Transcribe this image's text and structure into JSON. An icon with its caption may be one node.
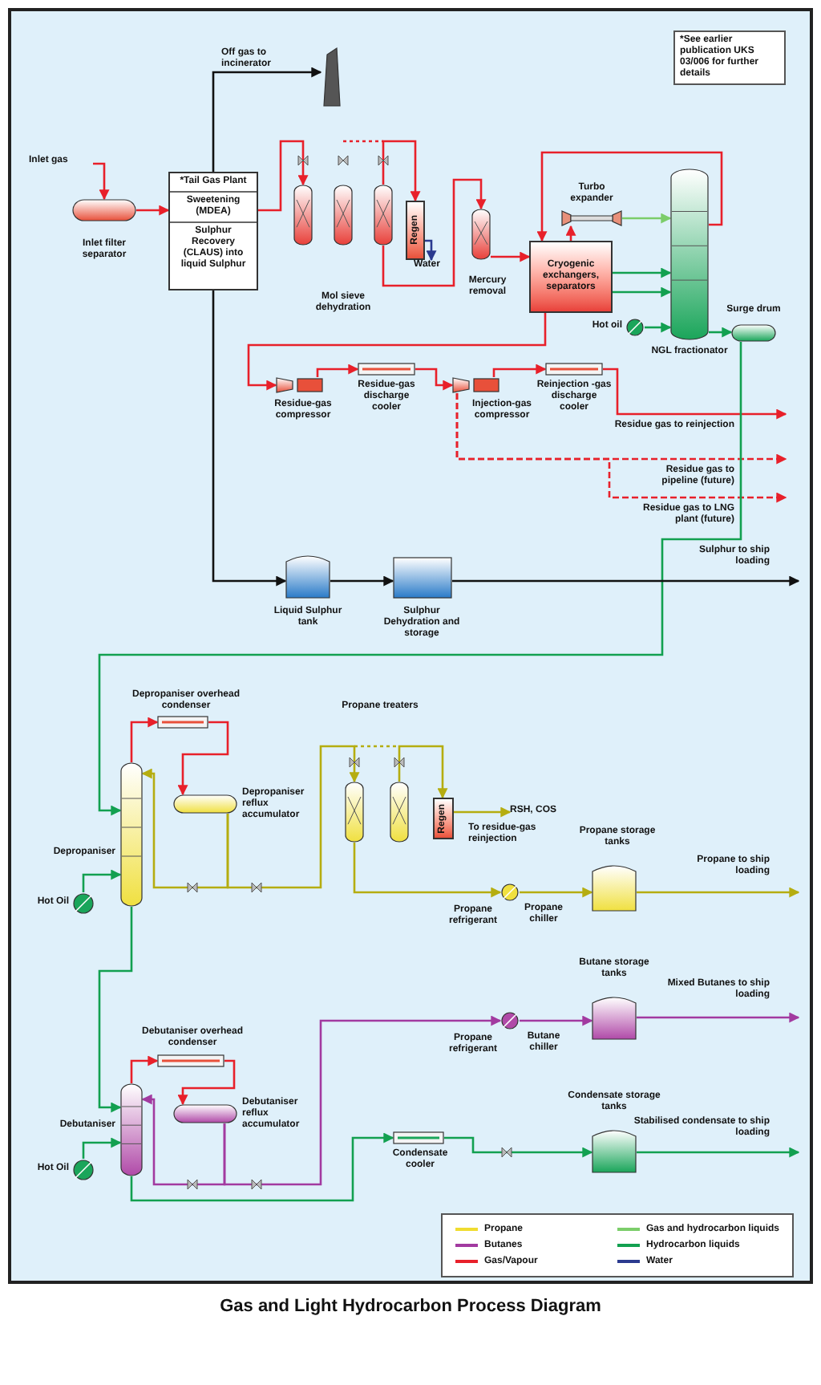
{
  "diagram": {
    "title": "Gas and Light Hydrocarbon Process Diagram",
    "nodes": [
      {
        "text": [
          "Inlet gas"
        ]
      },
      {
        "text": [],
        "shape": "drum",
        "beside": [
          "Inlet filter separator"
        ]
      },
      {
        "text": [
          "*Tail Gas Plant",
          "Sweetening (MDEA)",
          "Sulphur Recovery (CLAUS) into liquid Sulphur"
        ]
      },
      {
        "text": [],
        "shape": "stack"
      },
      {
        "text": [],
        "shape": "cylinder"
      },
      {
        "text": [],
        "shape": "cylinder"
      },
      {
        "text": [],
        "shape": "cylinder"
      },
      {
        "text": [
          "Regen"
        ]
      },
      {
        "text": [
          "Water"
        ]
      },
      {
        "text": [],
        "shape": "cylinder",
        "beside": [
          "Mercury removal"
        ]
      },
      {
        "text": [
          "Cryogenic exchangers, separators"
        ]
      },
      {
        "text": [],
        "shape": "expander",
        "beside": [
          "Turbo expander"
        ]
      },
      {
        "text": [],
        "shape": "column",
        "beside": [
          "NGL fractionator"
        ]
      },
      {
        "text": [],
        "shape": "circle",
        "beside": [
          "Hot oil"
        ]
      },
      {
        "text": [],
        "shape": "drum",
        "beside": [
          "Surge drum"
        ]
      },
      {
        "text": [],
        "shape": "compressor",
        "beside": [
          "Residue-gas compressor"
        ]
      },
      {
        "text": [],
        "shape": "exchanger",
        "beside": [
          "Residue-gas discharge cooler"
        ]
      },
      {
        "text": [],
        "shape": "compressor",
        "beside": [
          "Injection-gas compressor"
        ]
      },
      {
        "text": [],
        "shape": "exchanger",
        "beside": [
          "Reinjection -gas discharge cooler"
        ]
      },
      {
        "text": [],
        "shape": "tank",
        "beside": [
          "Liquid Sulphur tank"
        ]
      },
      {
        "text": [],
        "shape": "box",
        "beside": [
          "Sulphur Dehydration and storage"
        ]
      },
      {
        "text": [],
        "shape": "exchanger",
        "beside": [
          "Depropaniser overhead condenser"
        ]
      },
      {
        "text": [],
        "shape": "column",
        "beside": [
          "Depropaniser"
        ]
      },
      {
        "text": [],
        "shape": "circle",
        "beside": [
          "Hot Oil"
        ]
      },
      {
        "text": [],
        "shape": "drum",
        "beside": [
          "Depropaniser reflux accumulator"
        ]
      },
      {
        "text": [],
        "shape": "cylinder"
      },
      {
        "text": [],
        "shape": "cylinder"
      },
      {
        "text": [
          "Regen"
        ]
      },
      {
        "text": [],
        "shape": "circle",
        "beside": [
          "Propane chiller"
        ]
      },
      {
        "text": [],
        "shape": "tank",
        "beside": [
          "Propane storage tanks"
        ]
      },
      {
        "text": [],
        "shape": "exchanger",
        "beside": [
          "Debutaniser overhead condenser"
        ]
      },
      {
        "text": [],
        "shape": "column",
        "beside": [
          "Debutaniser"
        ]
      },
      {
        "text": [],
        "shape": "circle",
        "beside": [
          "Hot Oil"
        ]
      },
      {
        "text": [],
        "shape": "drum",
        "beside": [
          "Debutaniser reflux accumulator"
        ]
      },
      {
        "text": [],
        "shape": "circle",
        "beside": [
          "Butane chiller"
        ]
      },
      {
        "text": [],
        "shape": "tank",
        "beside": [
          "Butane storage tanks"
        ]
      },
      {
        "text": [],
        "shape": "exchanger",
        "beside": [
          "Condensate cooler"
        ]
      },
      {
        "text": [],
        "shape": "tank",
        "beside": [
          "Condensate storage tanks"
        ]
      },
      {
        "text": [
          "RSH, COS"
        ]
      }
    ],
    "edges": [
      {
        "from": 0,
        "to": 1,
        "arrow": "to"
      },
      {
        "from": 1,
        "to": 2,
        "arrow": "to"
      },
      {
        "from": 2,
        "to": 3,
        "arrow": "to",
        "color": "#111111"
      },
      {
        "from": 2,
        "to": 4,
        "arrow": "to"
      },
      {
        "from": 6,
        "to": 9,
        "arrow": "to"
      },
      {
        "from": 6,
        "to": 7,
        "arrow": "to"
      },
      {
        "from": 7,
        "to": 8,
        "arrow": "to",
        "color": "#2b3a8f"
      },
      {
        "from": 9,
        "to": 10,
        "arrow": "to"
      },
      {
        "from": 10,
        "to": 11,
        "arrow": "to"
      },
      {
        "from": 11,
        "to": 12,
        "arrow": "to",
        "color": "#7ccd6a"
      },
      {
        "from": 10,
        "to": 12,
        "arrow": "to",
        "color": "#12a050"
      },
      {
        "from": 10,
        "to": 12,
        "arrow": "to",
        "color": "#12a050"
      },
      {
        "from": 12,
        "to": 10,
        "arrow": "to"
      },
      {
        "from": 10,
        "to": 15,
        "arrow": "to"
      },
      {
        "from": 15,
        "to": 16,
        "arrow": "to"
      },
      {
        "from": 16,
        "to": 17,
        "arrow": "to"
      },
      {
        "from": 17,
        "to": 18,
        "arrow": "to"
      },
      {
        "from": 18,
        "to": null,
        "arrow": "to"
      },
      {
        "from": 17,
        "to": null,
        "arrow": "to",
        "style": "dashed"
      },
      {
        "from": 17,
        "to": null,
        "arrow": "to",
        "style": "dashed"
      },
      {
        "from": 13,
        "to": 12,
        "arrow": "to",
        "color": "#12a050"
      },
      {
        "from": 12,
        "to": 14,
        "arrow": "to",
        "color": "#12a050"
      },
      {
        "from": 14,
        "to": 22,
        "arrow": "to",
        "color": "#12a050"
      },
      {
        "from": 2,
        "to": 19,
        "arrow": "to",
        "color": "#111111"
      },
      {
        "from": 19,
        "to": 20,
        "arrow": "to",
        "color": "#111111"
      },
      {
        "from": 20,
        "to": null,
        "arrow": "to",
        "color": "#111111"
      },
      {
        "from": 22,
        "to": 21,
        "arrow": "to"
      },
      {
        "from": 21,
        "to": 24,
        "arrow": "to"
      },
      {
        "from": 24,
        "to": 22,
        "arrow": "to",
        "color": "#b5ad10"
      },
      {
        "from": 24,
        "to": 25,
        "arrow": "to",
        "color": "#b5ad10"
      },
      {
        "from": 26,
        "to": 27,
        "arrow": "to",
        "color": "#b5ad10"
      },
      {
        "from": 27,
        "to": 38,
        "arrow": "to",
        "color": "#b5ad10"
      },
      {
        "from": 25,
        "to": 28,
        "arrow": "to",
        "color": "#b5ad10"
      },
      {
        "from": 28,
        "to": 29,
        "arrow": "to",
        "color": "#b5ad10"
      },
      {
        "from": 29,
        "to": null,
        "arrow": "to",
        "color": "#b5ad10"
      },
      {
        "from": 23,
        "to": 22,
        "arrow": "to",
        "color": "#12a050"
      },
      {
        "from": 22,
        "to": 31,
        "arrow": "to",
        "color": "#12a050"
      },
      {
        "from": 31,
        "to": 30,
        "arrow": "to"
      },
      {
        "from": 30,
        "to": 33,
        "arrow": "to"
      },
      {
        "from": 33,
        "to": 31,
        "arrow": "to",
        "color": "#a23aa0"
      },
      {
        "from": 33,
        "to": 34,
        "arrow": "to",
        "color": "#a23aa0"
      },
      {
        "from": 34,
        "to": 35,
        "arrow": "to",
        "color": "#a23aa0"
      },
      {
        "from": 35,
        "to": null,
        "arrow": "to",
        "color": "#a23aa0"
      },
      {
        "from": 32,
        "to": 31,
        "arrow": "to",
        "color": "#12a050"
      },
      {
        "from": 31,
        "to": 36,
        "arrow": "to",
        "color": "#12a050"
      },
      {
        "from": 36,
        "to": 37,
        "arrow": "to",
        "color": "#12a050"
      },
      {
        "from": 37,
        "to": null,
        "arrow": "to",
        "color": "#12a050"
      }
    ],
    "labels": [
      "Off gas to incinerator",
      "*See earlier publication UKS 03/006 for further details",
      "Residue gas to reinjection",
      "Residue gas to pipeline (future)",
      "Residue gas to LNG plant (future)",
      "Sulphur to ship loading",
      "To residue-gas reinjection",
      "Propane refrigerant",
      "Propane to ship loading",
      "Propane refrigerant",
      "Mixed Butanes to ship loading",
      "Stabilised condensate to ship loading",
      "Propane treaters",
      "Mol sieve dehydration"
    ],
    "legend": [
      {
        "text": "Propane",
        "color": "#f0dc30"
      },
      {
        "text": "Butanes",
        "color": "#a23aa0"
      },
      {
        "text": "Gas/Vapour",
        "color": "#e8202a"
      },
      {
        "text": "Gas and hydrocarbon liquids",
        "color": "#7ccd6a"
      },
      {
        "text": "Hydrocarbon liquids",
        "color": "#12a050"
      },
      {
        "text": "Water",
        "color": "#2b3a8f"
      }
    ]
  }
}
